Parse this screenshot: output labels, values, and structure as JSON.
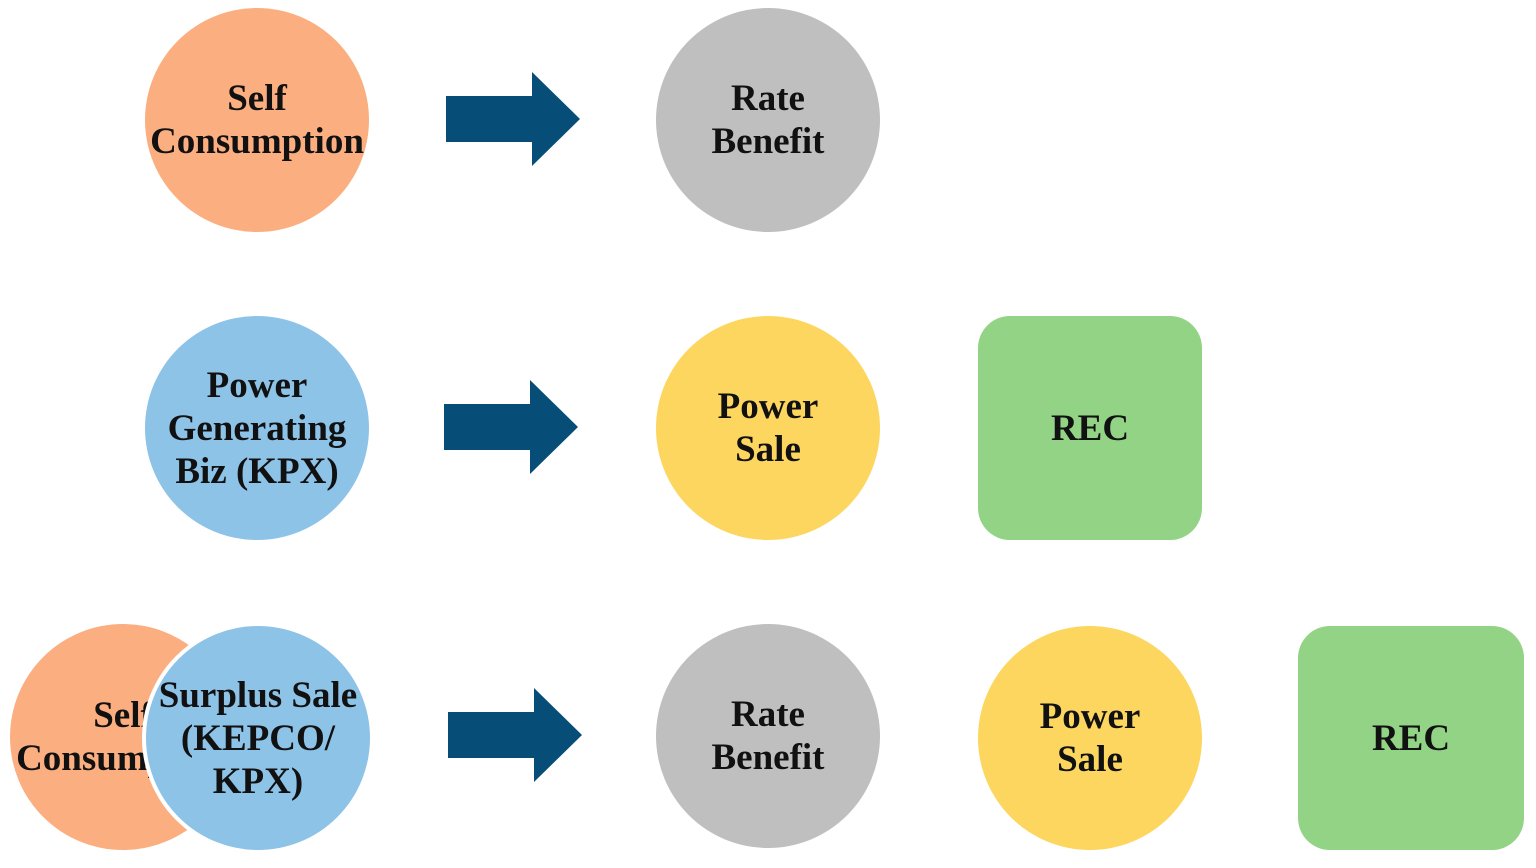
{
  "colors": {
    "self_consumption": "#FBAF81",
    "power_generating": "#8EC3E8",
    "rate_benefit": "#BFBFBF",
    "power_sale": "#FDD660",
    "rec": "#93D386",
    "arrow": "#064E78"
  },
  "rows": [
    {
      "source": "Self\nConsumption",
      "outcomes": [
        "Rate\nBenefit"
      ]
    },
    {
      "source": "Power\nGenerating\nBiz (KPX)",
      "outcomes": [
        "Power\nSale",
        "REC"
      ]
    },
    {
      "source_back": "Self\nConsumption",
      "source_front": "Surplus Sale\n(KEPCO/\nKPX)",
      "outcomes": [
        "Rate\nBenefit",
        "Power\nSale",
        "REC"
      ]
    }
  ]
}
